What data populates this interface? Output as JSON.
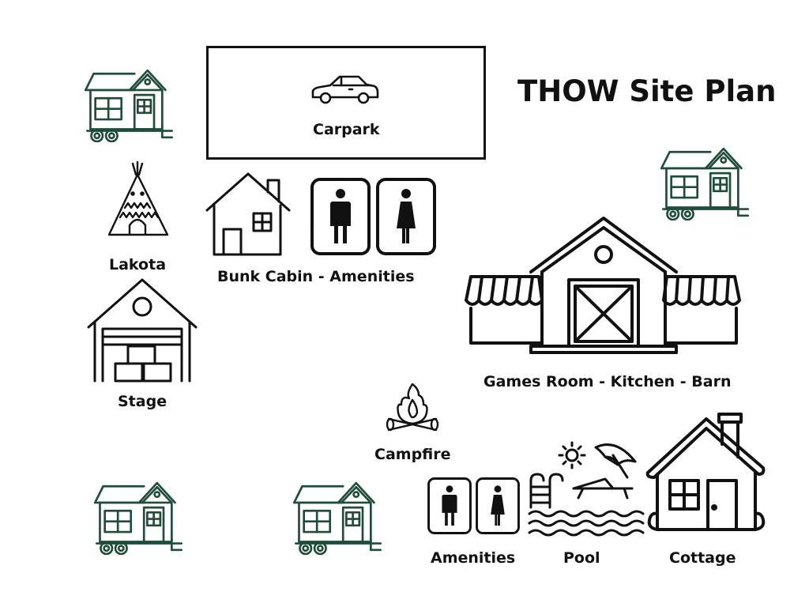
{
  "title": "THOW Site Plan",
  "labels": {
    "carpark": "Carpark",
    "lakota": "Lakota",
    "bunk_cabin": "Bunk Cabin - Amenities",
    "stage": "Stage",
    "games_room": "Games Room - Kitchen - Barn",
    "campfire": "Campfire",
    "amenities": "Amenities",
    "pool": "Pool",
    "cottage": "Cottage"
  },
  "colors": {
    "tiny_house": "#1f4d3a",
    "line": "#111111"
  },
  "icons": [
    "tiny-house-icon",
    "car-icon",
    "teepee-icon",
    "house-icon",
    "male-restroom-icon",
    "female-restroom-icon",
    "stage-barn-icon",
    "barn-shop-icon",
    "campfire-icon",
    "pool-icon",
    "cottage-icon"
  ]
}
